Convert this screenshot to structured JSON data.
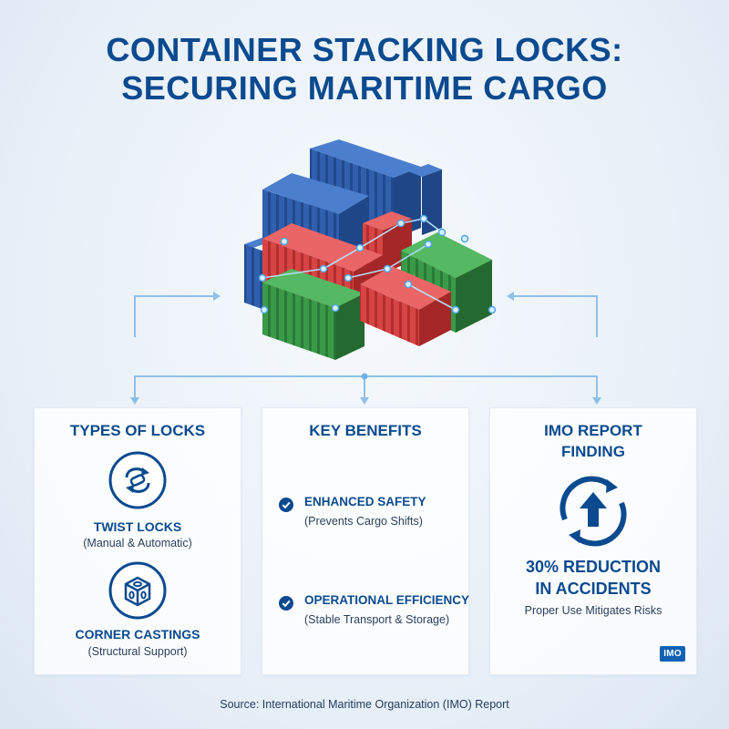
{
  "title": {
    "line1": "CONTAINER STACKING LOCKS:",
    "line2": "SECURING MARITIME CARGO"
  },
  "panels": {
    "types": {
      "title": "TYPES OF LOCKS",
      "items": [
        {
          "title": "TWIST LOCKS",
          "subtitle": "(Manual & Automatic)",
          "icon": "twist-lock-icon"
        },
        {
          "title": "CORNER CASTINGS",
          "subtitle": "(Structural Support)",
          "icon": "corner-casting-icon"
        }
      ]
    },
    "benefits": {
      "title": "KEY BENEFITS",
      "items": [
        {
          "title": "ENHANCED SAFETY",
          "subtitle": "(Prevents Cargo Shifts)",
          "icon": "check-circle-icon"
        },
        {
          "title": "OPERATIONAL EFFICIENCY",
          "subtitle": "(Stable Transport & Storage)",
          "icon": "check-circle-icon"
        }
      ]
    },
    "imo": {
      "title_line1": "IMO REPORT",
      "title_line2": "FINDING",
      "stat_line1": "30% REDUCTION",
      "stat_line2": "IN ACCIDENTS",
      "subtitle": "Proper Use Mitigates Risks",
      "badge": "IMO",
      "icon": "up-arrow-cycle-icon"
    }
  },
  "source": "Source: International Maritime Organization (IMO) Report",
  "colors": {
    "primary": "#0b4a8f",
    "container_blue": "#2f5fae",
    "container_red": "#d84444",
    "container_green": "#3a9a48",
    "connector": "#8ec0e8"
  }
}
